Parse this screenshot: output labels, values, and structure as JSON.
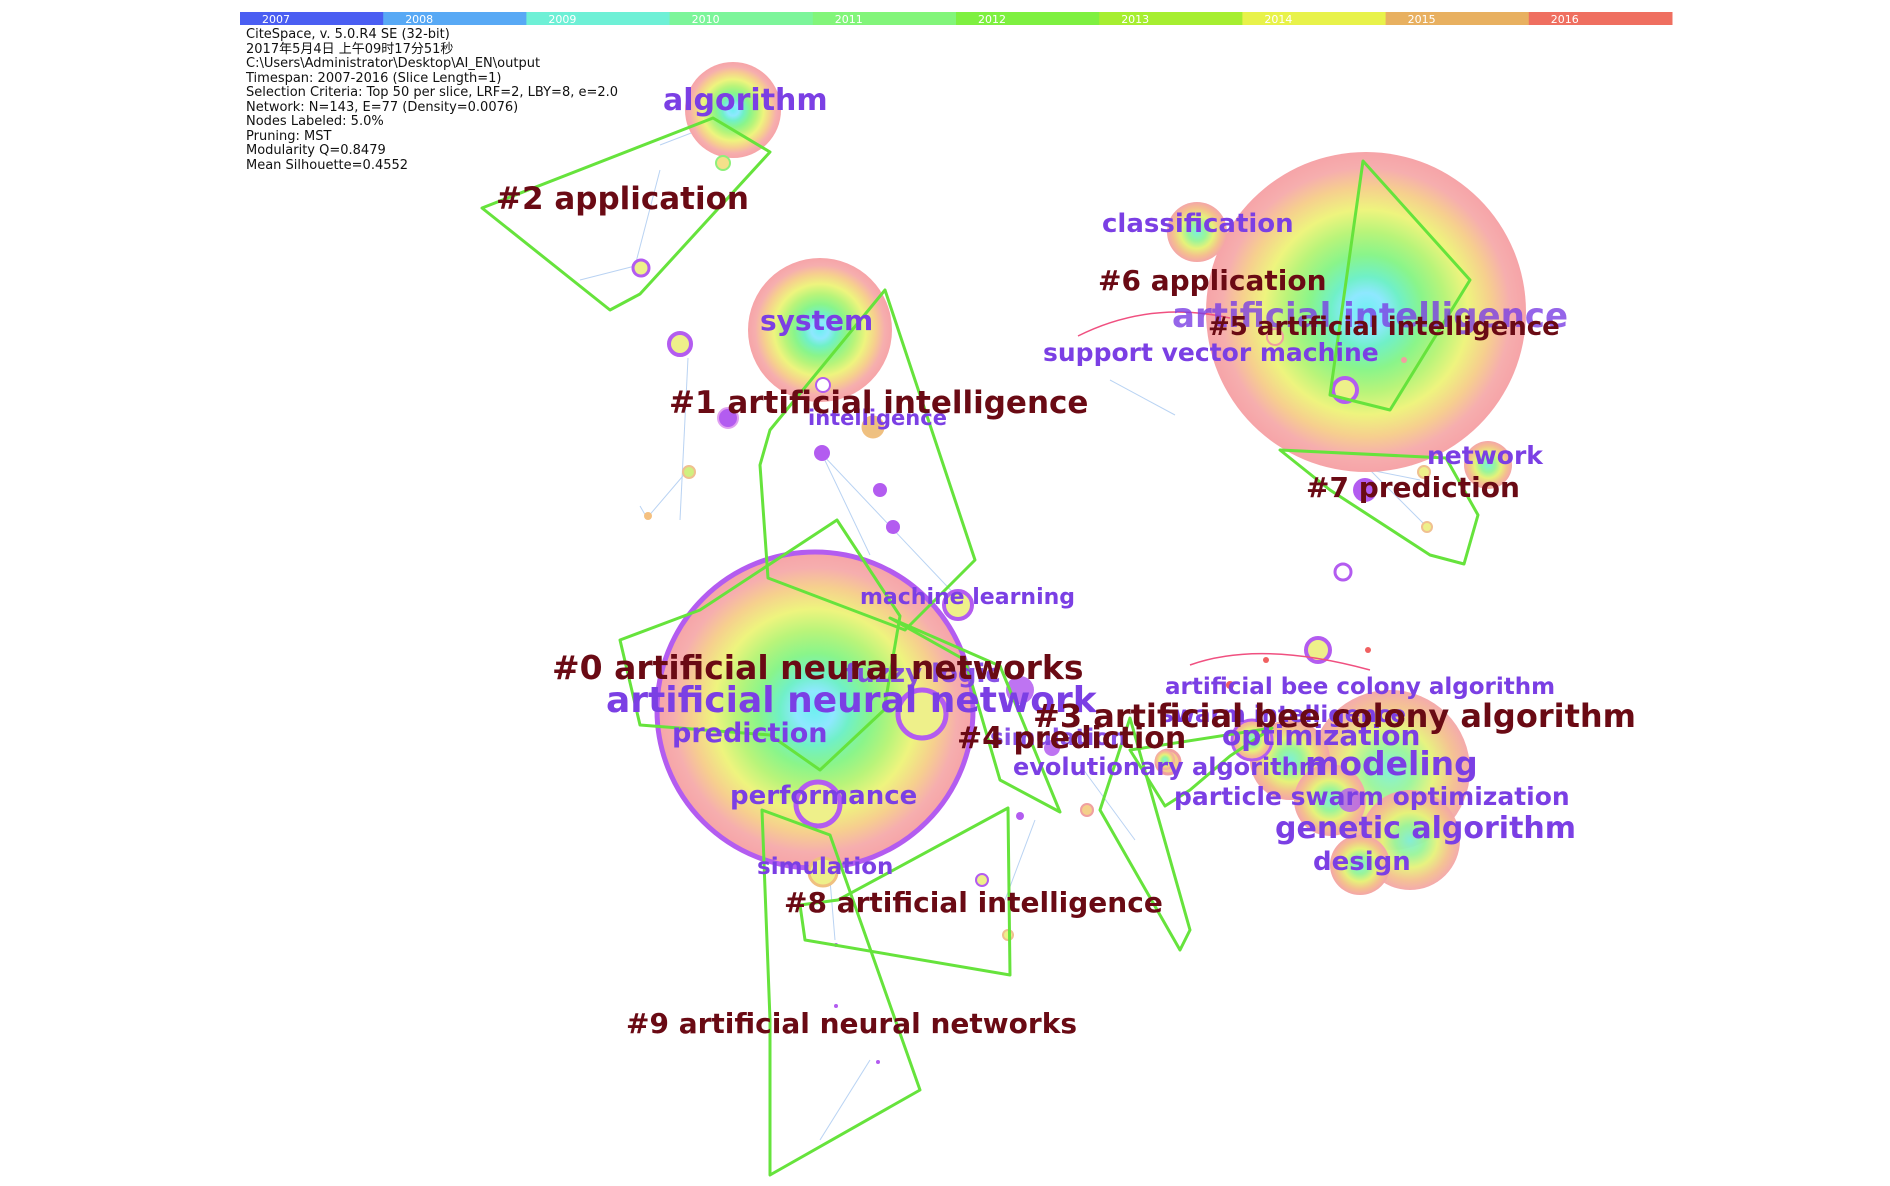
{
  "timeline": {
    "years": [
      "2007",
      "2008",
      "2009",
      "2010",
      "2011",
      "2012",
      "2013",
      "2014",
      "2015",
      "2016"
    ],
    "colors": [
      "#4a5ef2",
      "#58a9f5",
      "#6ef0d6",
      "#7cf59a",
      "#82f57a",
      "#7ef040",
      "#a6ee30",
      "#e8f24a",
      "#e8b060",
      "#ef6f60"
    ]
  },
  "info": {
    "lines": [
      "CiteSpace, v. 5.0.R4 SE (32-bit)",
      "2017年5月4日 上午09时17分51秒",
      "C:\\Users\\Administrator\\Desktop\\AI_EN\\output",
      "Timespan: 2007-2016 (Slice Length=1)",
      "Selection Criteria: Top 50 per slice, LRF=2, LBY=8, e=2.0",
      "Network: N=143, E=77 (Density=0.0076)",
      "Nodes Labeled: 5.0%",
      "Pruning: MST",
      "Modularity Q=0.8479",
      "Mean Silhouette=0.4552"
    ]
  },
  "keywords": {
    "algorithm": "algorithm",
    "classification": "classification",
    "system": "system",
    "artificial_intelligence": "artificial intelligence",
    "support_vector_machine": "support vector machine",
    "intelligence": "intelligence",
    "network": "network",
    "machine_learning": "machine learning",
    "artificial_neural_network": "artificial neural network",
    "fuzzy_logic": "fuzzy logic",
    "prediction": "prediction",
    "performance": "performance",
    "simulation": "simulation",
    "artificial_bee_colony_algorithm": "artificial bee colony algorithm",
    "swarm_intelligence": "swarm intelligence",
    "optimization": "optimization",
    "modeling": "modeling",
    "evolutionary_algorithm": "evolutionary algorithm",
    "particle_swarm_optimization": "particle swarm optimization",
    "genetic_algorithm": "genetic algorithm",
    "design": "design",
    "simulation2": "simulation"
  },
  "clusters": {
    "c0": "#0 artificial neural networks",
    "c1": "#1 artificial intelligence",
    "c2": "#2 application",
    "c3": "#3 artificial bee colony algorithm",
    "c4": "#4 prediction",
    "c5": "#5 artificial intelligence",
    "c6": "#6 application",
    "c7": "#7 prediction",
    "c8": "#8 artificial intelligence",
    "c9": "#9 artificial neural networks"
  }
}
